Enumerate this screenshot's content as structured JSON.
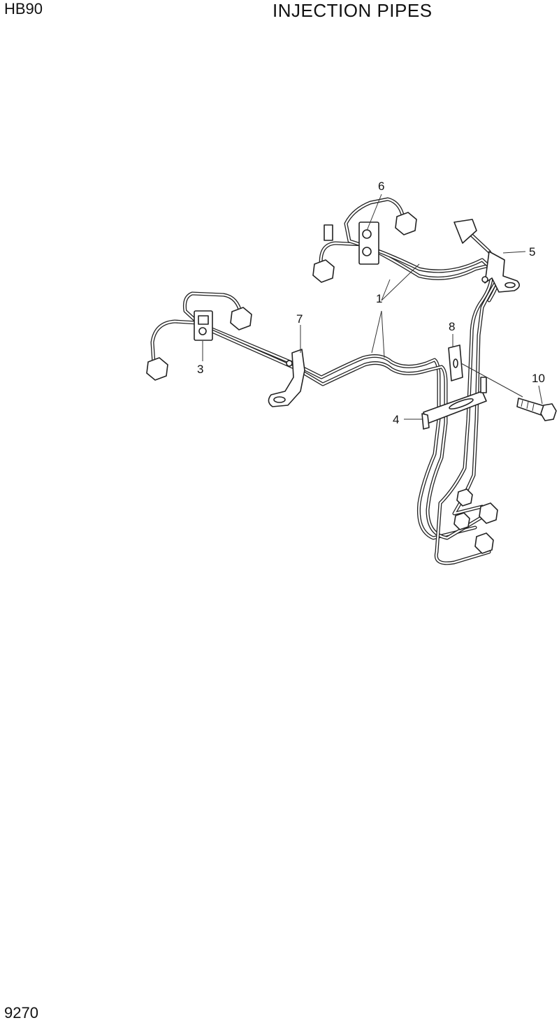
{
  "header": {
    "model": "HB90",
    "title": "INJECTION PIPES"
  },
  "footer": {
    "page_number": "9270"
  },
  "callouts": [
    {
      "id": "1",
      "text": "1"
    },
    {
      "id": "3",
      "text": "3"
    },
    {
      "id": "4",
      "text": "4"
    },
    {
      "id": "5",
      "text": "5"
    },
    {
      "id": "6",
      "text": "6"
    },
    {
      "id": "7",
      "text": "7"
    },
    {
      "id": "8",
      "text": "8"
    },
    {
      "id": "10",
      "text": "10"
    }
  ]
}
